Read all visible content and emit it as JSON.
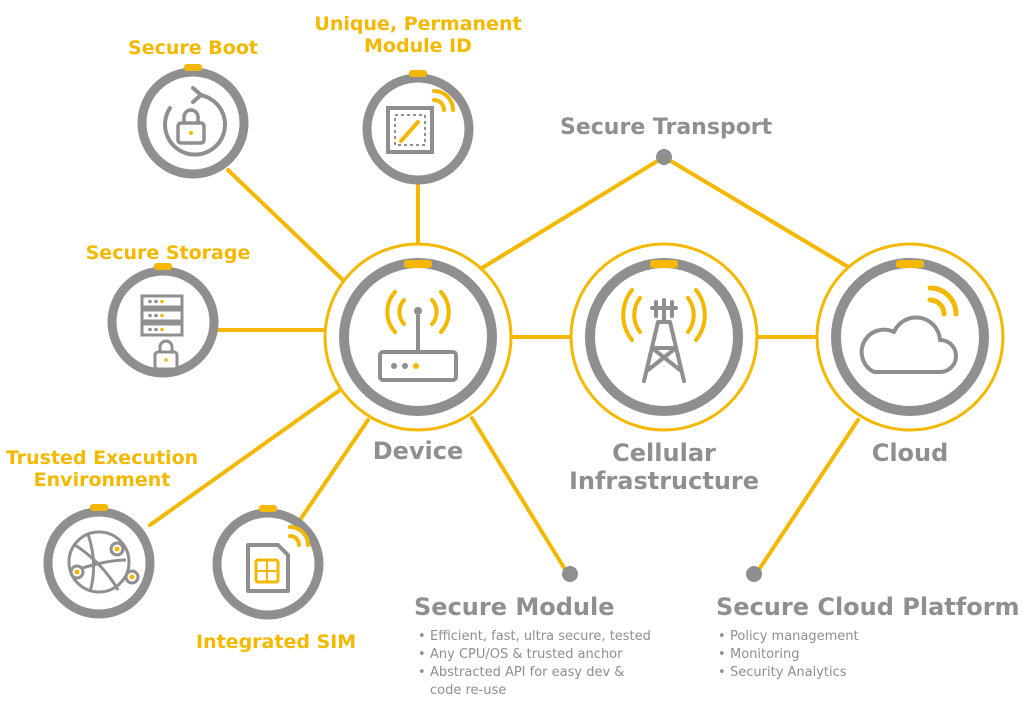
{
  "colors": {
    "accent": "#f5b800",
    "gray": "#8f8f8f"
  },
  "nodes": {
    "secure_boot": {
      "label": "Secure Boot",
      "icon": "refresh-lock-icon"
    },
    "module_id": {
      "label_line1": "Unique, Permanent",
      "label_line2": "Module ID",
      "icon": "chip-signal-icon"
    },
    "secure_storage": {
      "label": "Secure Storage",
      "icon": "server-lock-icon"
    },
    "tee": {
      "label_line1": "Trusted Execution",
      "label_line2": "Environment",
      "icon": "globe-network-icon"
    },
    "sim": {
      "label": "Integrated SIM",
      "icon": "sim-card-icon"
    },
    "device": {
      "label": "Device",
      "icon": "router-icon"
    },
    "cellular": {
      "label_line1": "Cellular",
      "label_line2": "Infrastructure",
      "icon": "cell-tower-icon"
    },
    "cloud": {
      "label": "Cloud",
      "icon": "cloud-icon"
    }
  },
  "secure_transport": {
    "label": "Secure Transport"
  },
  "secure_module": {
    "title": "Secure Module",
    "bullets": [
      "Efficient, fast, ultra secure, tested",
      "Any CPU/OS & trusted anchor",
      "Abstracted API for easy dev &",
      "code re-use"
    ]
  },
  "secure_cloud": {
    "title": "Secure Cloud Platform",
    "bullets": [
      "Policy management",
      "Monitoring",
      "Security Analytics"
    ]
  }
}
